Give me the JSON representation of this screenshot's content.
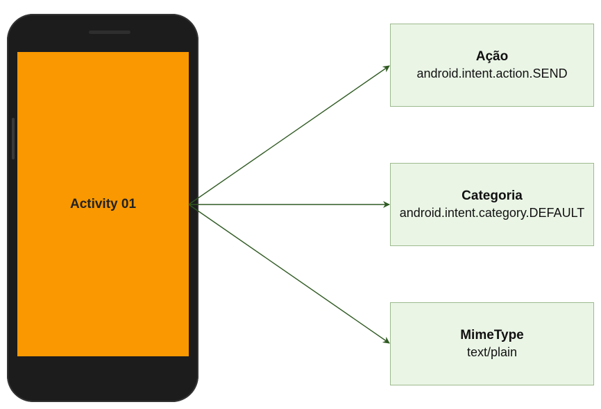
{
  "activity": {
    "label": "Activity 01"
  },
  "boxes": {
    "action": {
      "title": "Ação",
      "value": "android.intent.action.SEND"
    },
    "category": {
      "title": "Categoria",
      "value": "android.intent.category.DEFAULT"
    },
    "mimetype": {
      "title": "MimeType",
      "value": "text/plain"
    }
  },
  "colors": {
    "screen": "#f99800",
    "phone_body": "#1c1c1c",
    "box_fill": "#eaf5e6",
    "box_border": "#9cb98c",
    "arrow": "#2f5a22"
  }
}
